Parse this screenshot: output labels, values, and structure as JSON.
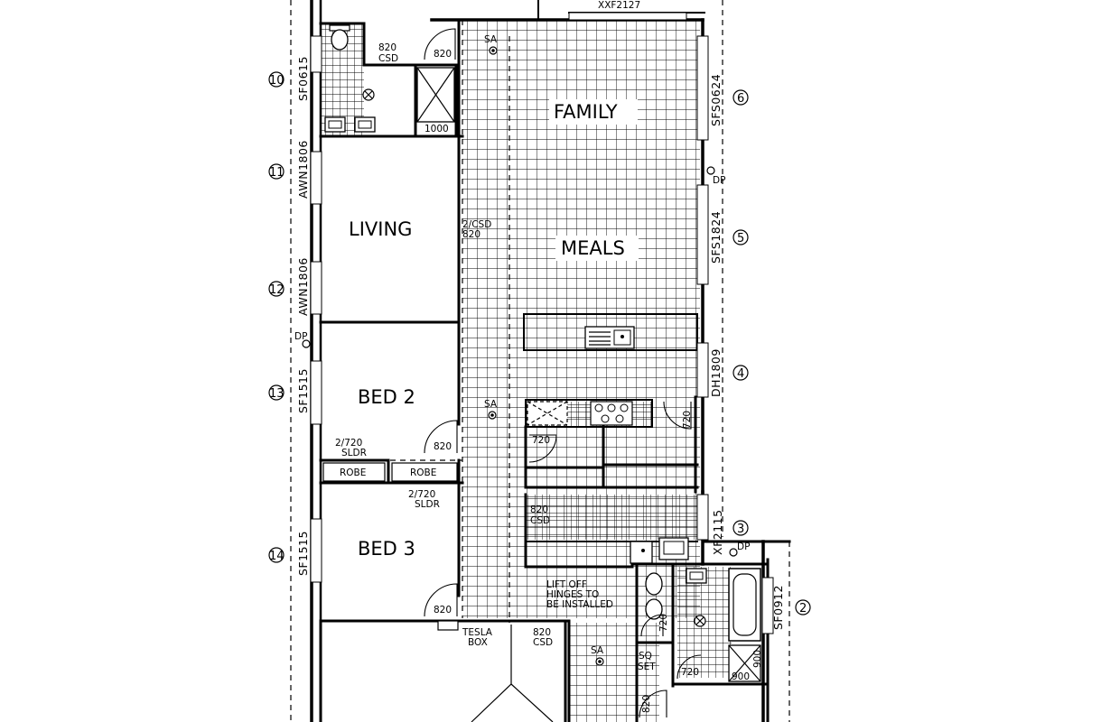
{
  "rooms": {
    "family": "FAMILY",
    "living": "LIVING",
    "meals": "MEALS",
    "bed2": "BED 2",
    "bed3": "BED 3"
  },
  "windows": {
    "xxf2127": "XXF2127",
    "sf0615": "SF0615",
    "awn1806_a": "AWN1806",
    "awn1806_b": "AWN1806",
    "sf1515_a": "SF1515",
    "sf1515_b": "SF1515",
    "sfs0624": "SFS0624",
    "sfs1824": "SFS1824",
    "dh1809": "DH1809",
    "xf2115": "XF2115",
    "sf0912": "SF0912"
  },
  "markers": {
    "m2": "2",
    "m3": "3",
    "m4": "4",
    "m5": "5",
    "m6": "6",
    "m10": "10",
    "m11": "11",
    "m12": "12",
    "m13": "13",
    "m14": "14"
  },
  "labels": {
    "csd820_top_a": "820",
    "csd820_top_b": "CSD",
    "door820_top": "820",
    "shower1000": "1000",
    "sa1": "SA",
    "sa2": "SA",
    "sa3": "SA",
    "csd2_a": "2/CSD",
    "csd2_b": "820",
    "dp1": "DP",
    "dp2": "DP",
    "dp3": "DP",
    "sldr_a1": "2/720",
    "sldr_a2": "SLDR",
    "sldr_b1": "2/720",
    "sldr_b2": "SLDR",
    "robe1": "ROBE",
    "robe2": "ROBE",
    "door820_bed2": "820",
    "door820_bed3": "820",
    "door720_pantry": "720",
    "door720_kit": "720",
    "csd820_laundry_a": "820",
    "csd820_laundry_b": "CSD",
    "lift1": "LIFT OFF",
    "lift2": "HINGES TO",
    "lift3": "BE INSTALLED",
    "tesla1": "TESLA",
    "tesla2": "BOX",
    "csd820_entry_a": "820",
    "csd820_entry_b": "CSD",
    "sq1": "SQ",
    "sq2": "SET",
    "door720_wc": "720",
    "door720_bath": "720",
    "door900_a": "900",
    "door900_b": "900",
    "door820_bottom": "820"
  }
}
